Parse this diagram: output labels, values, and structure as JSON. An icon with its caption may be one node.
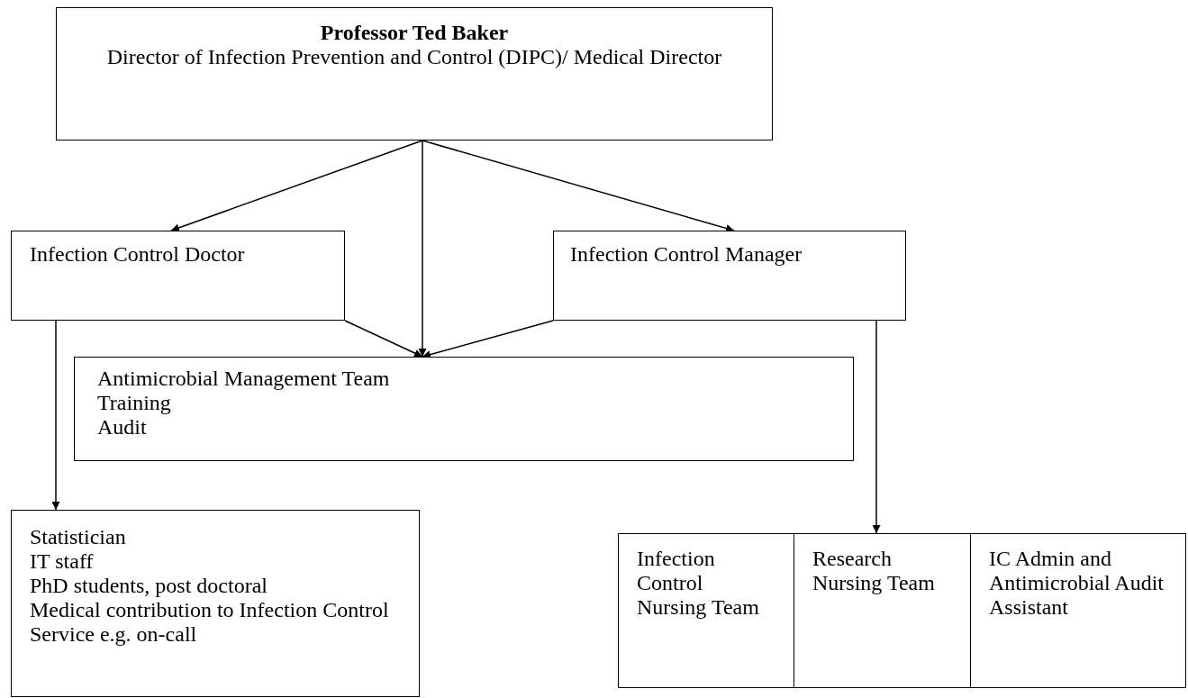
{
  "diagram": {
    "nodes": [
      {
        "text": [
          "Professor Ted Baker",
          "Director of Infection Prevention and Control (DIPC)/ Medical Director"
        ]
      },
      {
        "text": [
          "Infection Control Doctor"
        ]
      },
      {
        "text": [
          "Infection Control Manager"
        ]
      },
      {
        "text": [
          "Antimicrobial Management Team",
          "Training",
          "Audit"
        ]
      },
      {
        "text": [
          "Statistician",
          "IT staff",
          "PhD students, post doctoral",
          "Medical contribution to Infection Control Service e.g. on-call"
        ]
      },
      {
        "text": [
          "Infection Control Nursing Team"
        ]
      },
      {
        "text": [
          "Research Nursing Team"
        ]
      },
      {
        "text": [
          "IC Admin and Antimicrobial Audit Assistant"
        ]
      }
    ],
    "edges": [
      {
        "from": 0,
        "to": 1,
        "arrow": "to"
      },
      {
        "from": 0,
        "to": 3,
        "arrow": "to"
      },
      {
        "from": 0,
        "to": 2,
        "arrow": "to"
      },
      {
        "from": 1,
        "to": 3,
        "arrow": "to"
      },
      {
        "from": 2,
        "to": 3,
        "arrow": "to"
      },
      {
        "from": 1,
        "to": 4,
        "arrow": "to"
      },
      {
        "from": 2,
        "to": 6,
        "arrow": "to"
      }
    ]
  }
}
